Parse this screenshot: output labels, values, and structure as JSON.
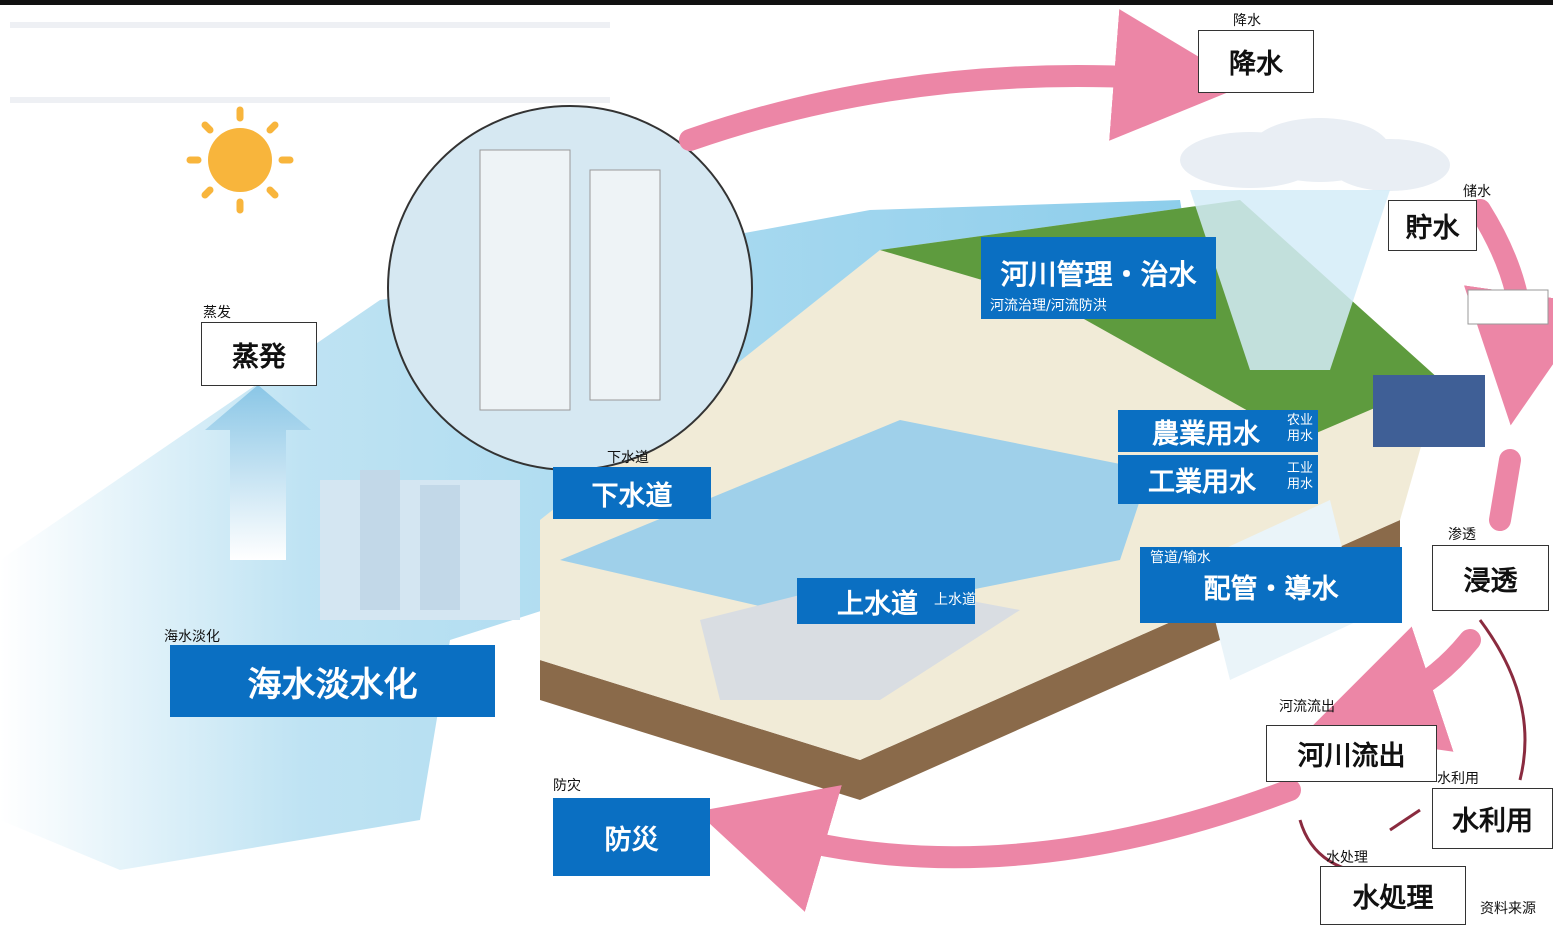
{
  "colors": {
    "accent_blue": "#0a6fc2",
    "cycle_arrow_pink": "#ec86a6",
    "water_light_blue": "#8ccdeb",
    "sun": "#f8b53c"
  },
  "cycle": {
    "precipitation": {
      "label": "降水",
      "caption": "降水"
    },
    "storage": {
      "label": "貯水",
      "caption": "储水"
    },
    "infiltration": {
      "label": "浸透",
      "caption": "渗透"
    },
    "river_runoff": {
      "label": "河川流出",
      "caption": "河流流出"
    },
    "water_use": {
      "label": "水利用",
      "caption": "水利用"
    },
    "water_treatment": {
      "label": "水処理",
      "caption": "水处理"
    },
    "evaporation": {
      "label": "蒸発",
      "caption": "蒸发"
    }
  },
  "fields": {
    "river_management": {
      "label": "河川管理・治水",
      "caption": "河流治理/河流防洪"
    },
    "agricultural_water": {
      "label": "農業用水",
      "caption_line1": "农业",
      "caption_line2": "用水"
    },
    "industrial_water": {
      "label": "工業用水",
      "caption_line1": "工业",
      "caption_line2": "用水"
    },
    "sewerage": {
      "label": "下水道",
      "caption": "下水道"
    },
    "water_supply": {
      "label": "上水道",
      "caption": "上水道"
    },
    "piping": {
      "label": "配管・導水",
      "caption": "管道/输水"
    },
    "desalination": {
      "label": "海水淡水化",
      "caption": "海水淡化"
    },
    "disaster_prevention": {
      "label": "防災",
      "caption": "防灾"
    }
  },
  "source_note": "资料来源"
}
